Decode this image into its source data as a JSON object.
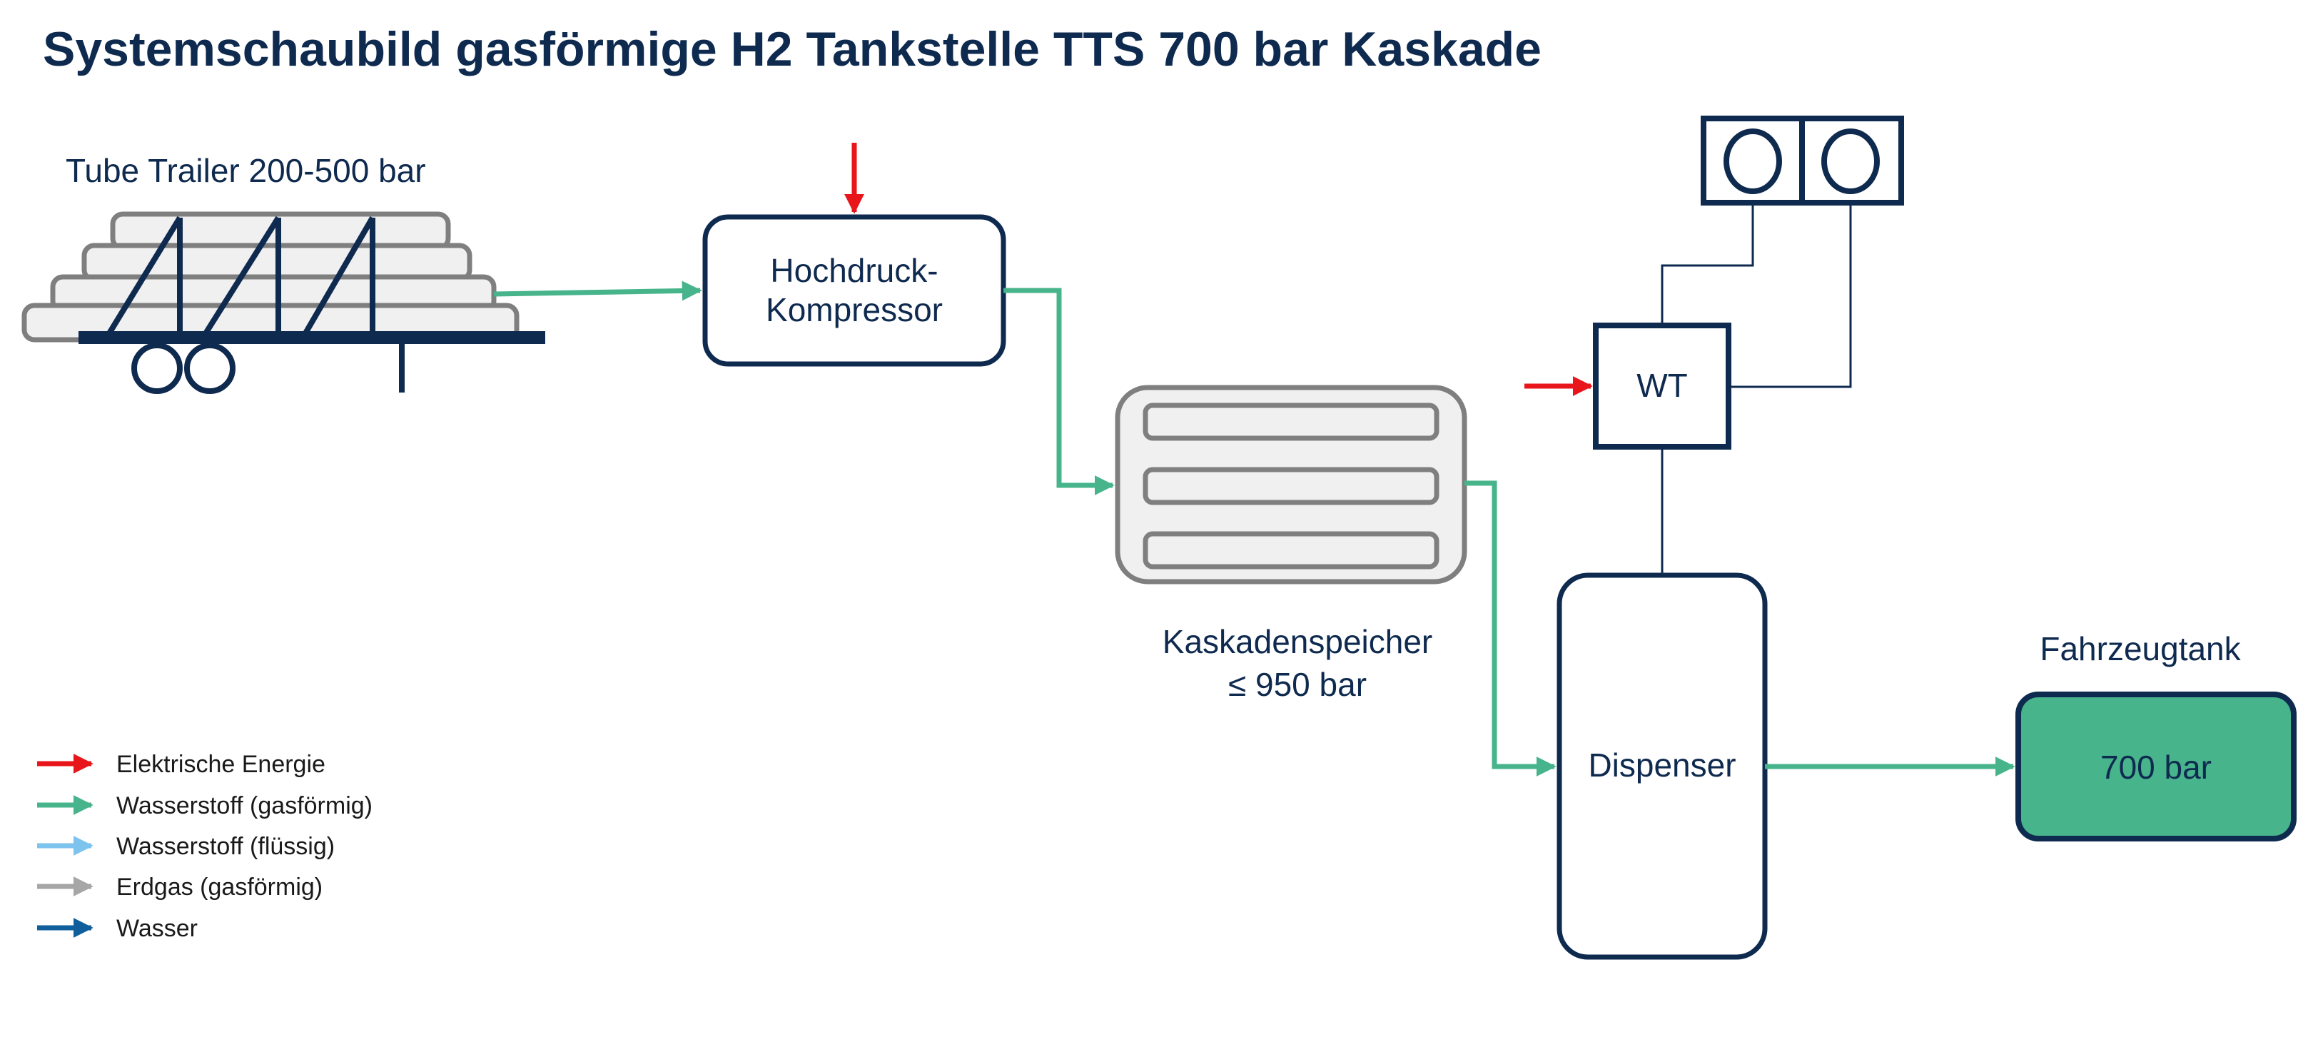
{
  "title": "Systemschaubild gasförmige H2 Tankstelle TTS 700 bar Kaskade",
  "components": {
    "tube_trailer": {
      "label": "Tube Trailer 200-500 bar"
    },
    "compressor": {
      "line1": "Hochdruck-",
      "line2": "Kompressor"
    },
    "cascade_storage": {
      "line1": "Kaskadenspeicher",
      "line2": "≤ 950 bar"
    },
    "heat_exchanger": {
      "label": "WT"
    },
    "dispenser": {
      "label": "Dispenser"
    },
    "vehicle_tank": {
      "title": "Fahrzeugtank",
      "label": "700 bar"
    }
  },
  "legend": [
    {
      "label": "Elektrische Energie",
      "color": "#e8151b"
    },
    {
      "label": "Wasserstoff (gasförmig)",
      "color": "#47b48c"
    },
    {
      "label": "Wasserstoff (flüssig)",
      "color": "#7cc3ee"
    },
    {
      "label": "Erdgas (gasförmig)",
      "color": "#a6a6a6"
    },
    {
      "label": "Wasser",
      "color": "#0f5f9c"
    }
  ],
  "colors": {
    "navy": "#0f2a4f",
    "hydrogen_gas": "#47b48c",
    "electric": "#e8151b",
    "storage_gray": "#7f7f7f",
    "storage_fill": "#f0f0f0",
    "tank_fill": "#47b48c"
  }
}
